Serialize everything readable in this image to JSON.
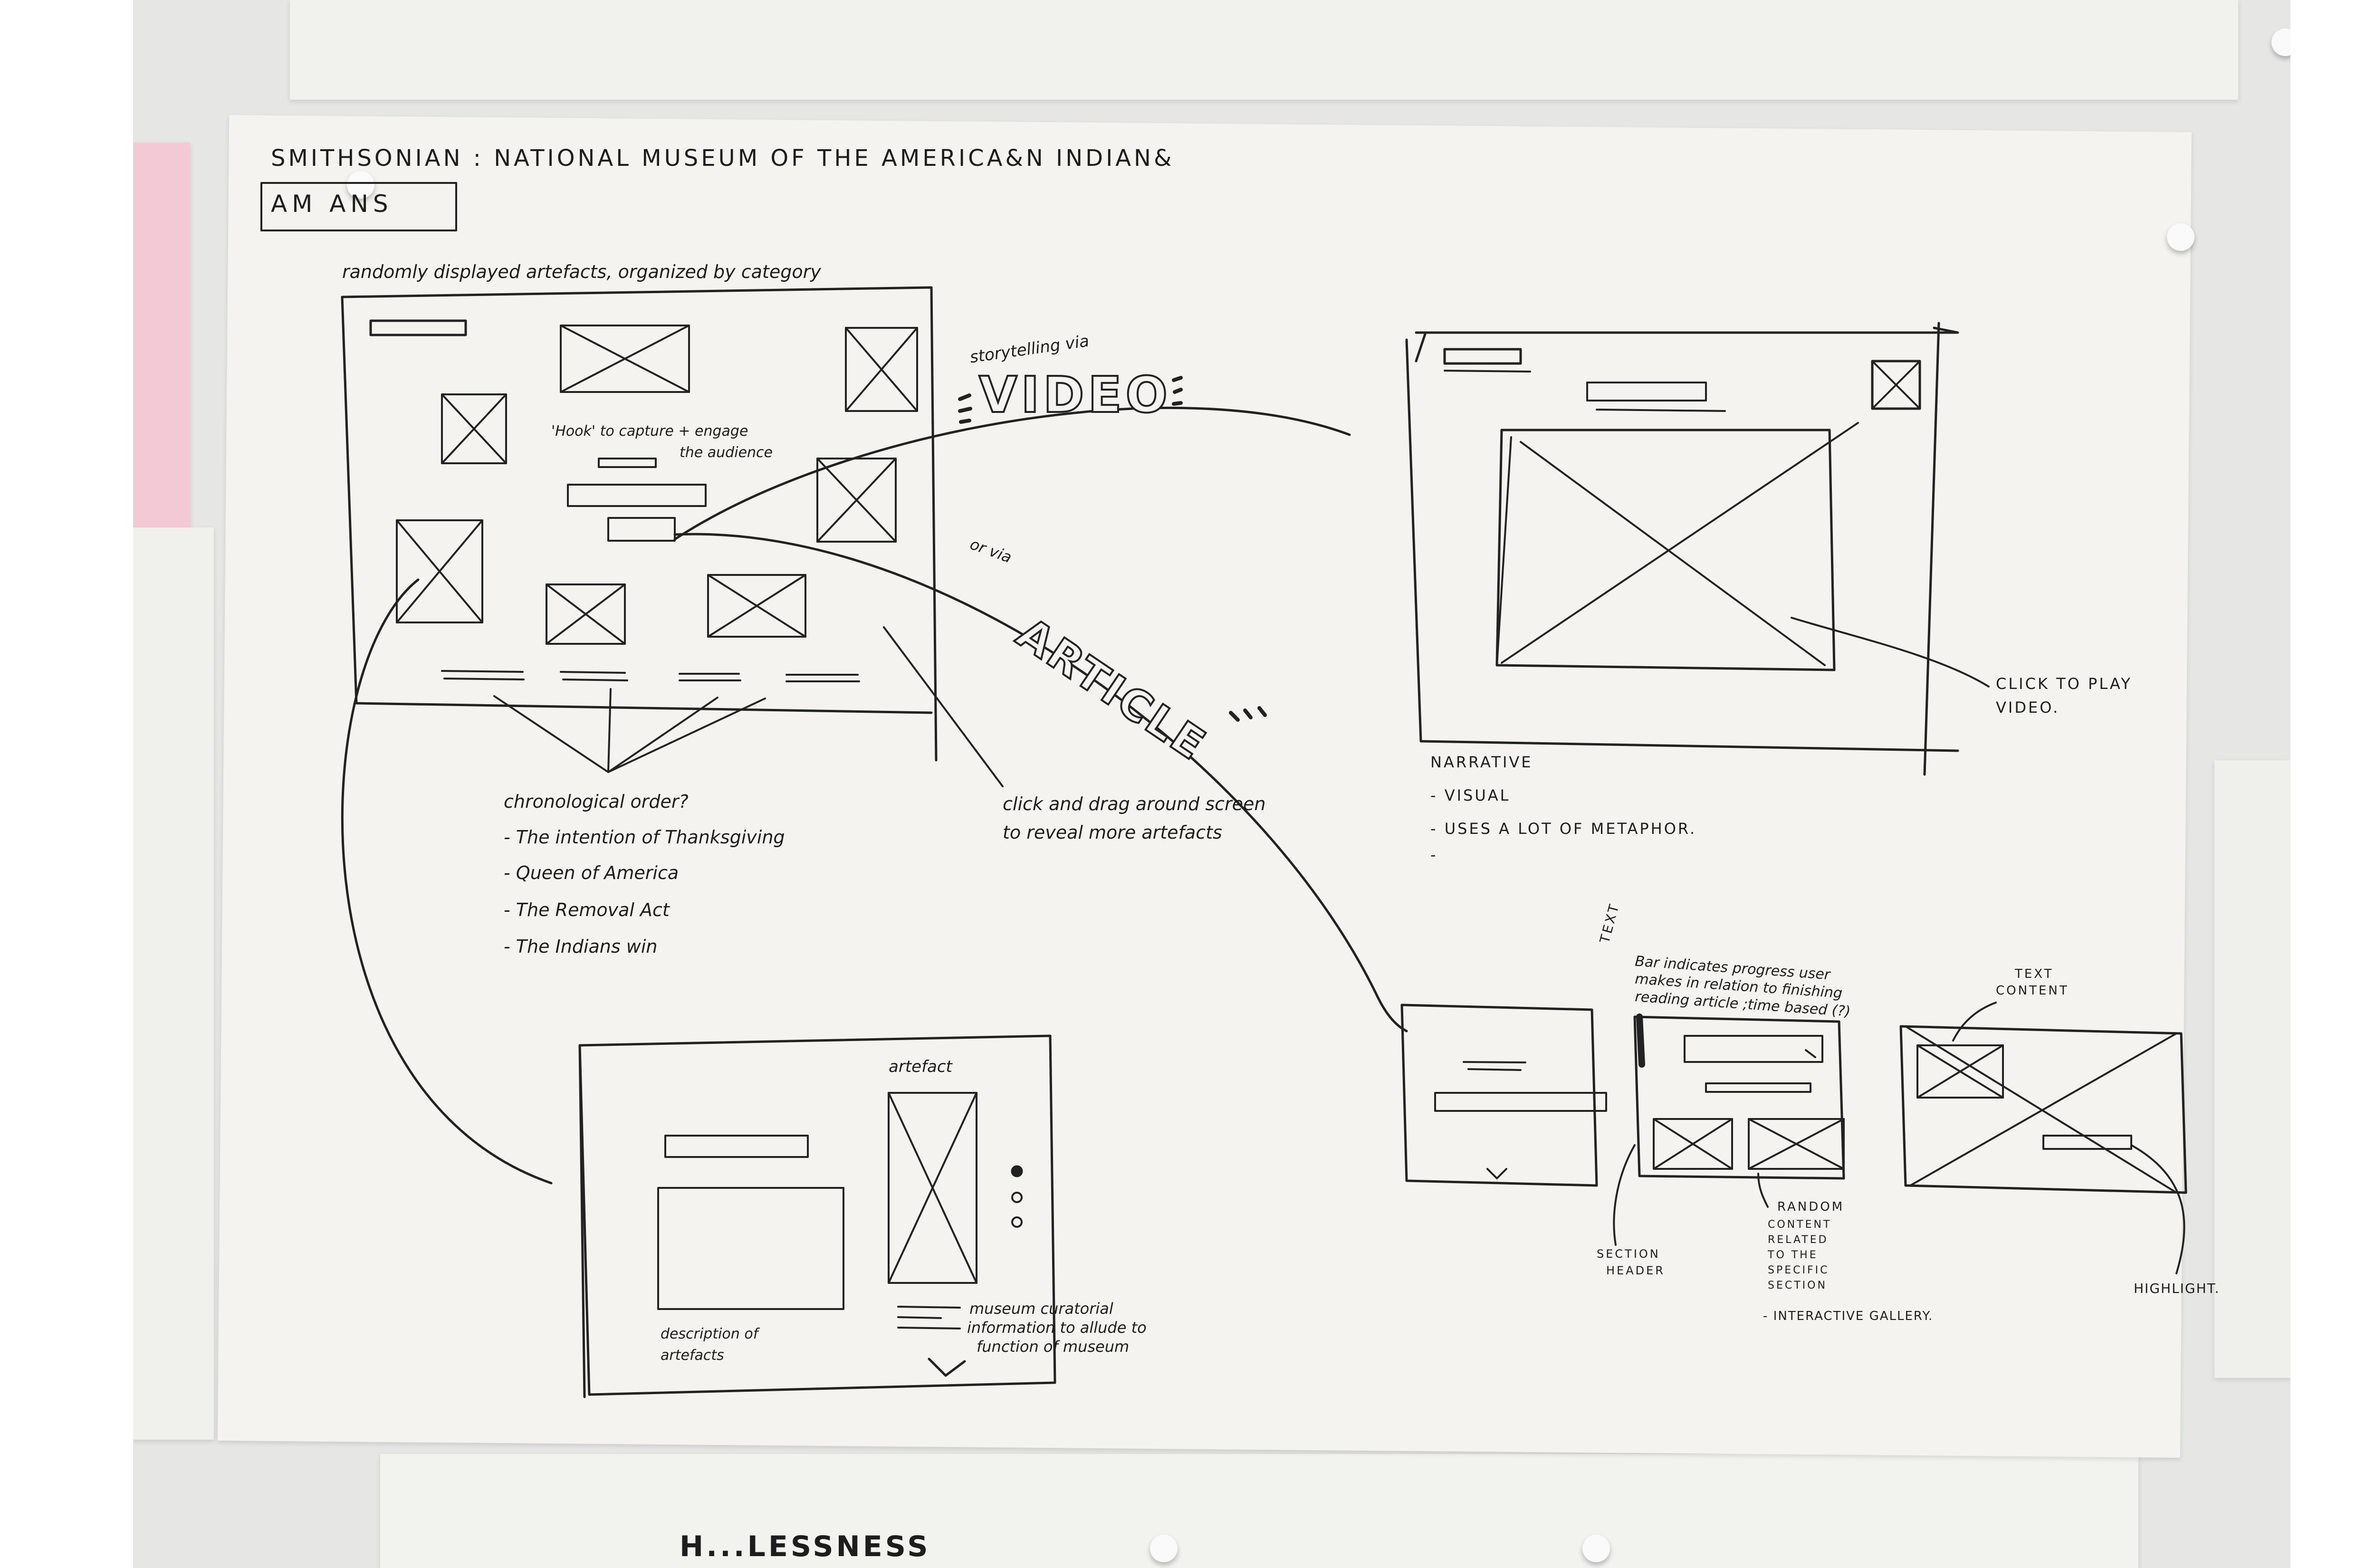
{
  "sheet": {
    "title": "SMITHSONIAN : NATIONAL MUSEUM OF THE AMERICA&N INDIAN&",
    "logo": "AM ANS"
  },
  "landing": {
    "caption": "randomly displayed artefacts, organized by category",
    "hook_note": [
      "'Hook' to capture + engage",
      "the audience"
    ],
    "chronology_heading": "chronological order?",
    "chronology_items": [
      "- The intention of Thanksgiving",
      "- Queen of America",
      "- The Removal Act",
      "- The Indians win"
    ],
    "drag_note": [
      "click and drag around screen",
      "to reveal more artefacts"
    ]
  },
  "video_branch": {
    "label_small": "storytelling via",
    "label_big": "VIDEO",
    "click_note": [
      "CLICK TO PLAY",
      "VIDEO."
    ],
    "narrative_heading": "NARRATIVE",
    "narrative_items": [
      "- VISUAL",
      "- USES A LOT OF METAPHOR.",
      "-"
    ]
  },
  "article_branch": {
    "label_small": "or via",
    "label_big": "ARTICLE",
    "text_side_label": "TEXT",
    "bar_note": [
      "Bar indicates progress user",
      "makes in relation to finishing",
      "reading article ;time based (?)"
    ],
    "text_content_label": [
      "TEXT",
      "CONTENT"
    ],
    "section_header_label": [
      "SECTION",
      "HEADER"
    ],
    "random_content_label": [
      "RANDOM",
      "CONTENT",
      "RELATED",
      "TO THE",
      "SPECIFIC",
      "SECTION"
    ],
    "interactive_gallery": "- INTERACTIVE GALLERY.",
    "highlight": "HIGHLIGHT."
  },
  "artefact_detail": {
    "artefact_label": "artefact",
    "description_label": [
      "description of",
      "artefacts"
    ],
    "museum_note": [
      "museum curatorial",
      "information to allude to",
      "function of museum"
    ]
  },
  "bottom_sheet_text": "H...LESSNESS"
}
